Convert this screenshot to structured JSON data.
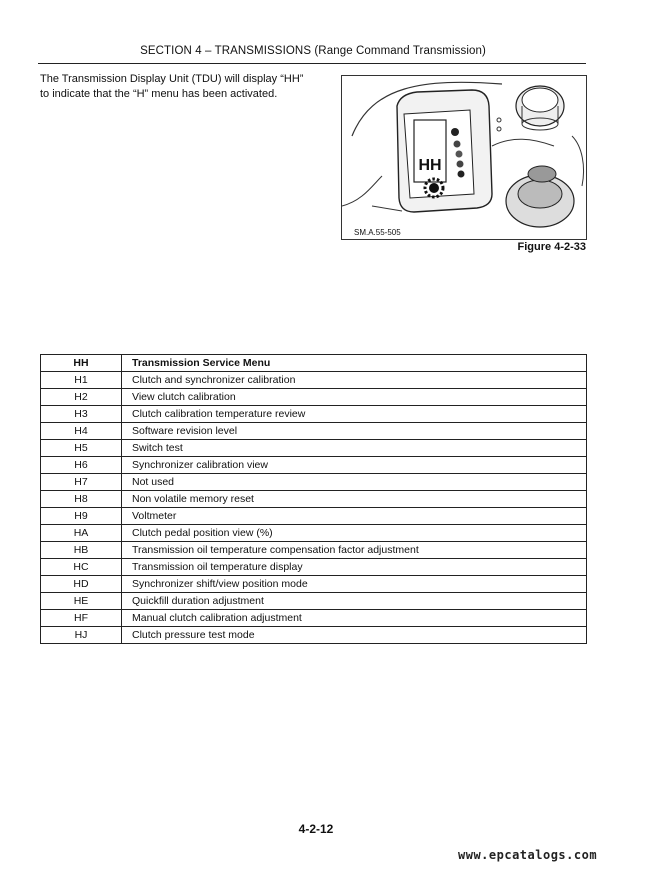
{
  "page": {
    "header": "SECTION 4 – TRANSMISSIONS (Range Command Transmission)",
    "intro_line1": "The Transmission Display Unit (TDU) will display “HH”",
    "intro_line2": "to indicate that the “H” menu has been activated.",
    "figure_code": "SM.A.55-505",
    "figure_caption": "Figure 4-2-33",
    "display_text": "HH",
    "page_number": "4-2-12",
    "watermark": "www.epcatalogs.com"
  },
  "table": {
    "headers": [
      "HH",
      "Transmission Service Menu"
    ],
    "rows": [
      {
        "code": "H1",
        "description": "Clutch and synchronizer calibration"
      },
      {
        "code": "H2",
        "description": "View clutch calibration"
      },
      {
        "code": "H3",
        "description": "Clutch calibration temperature review"
      },
      {
        "code": "H4",
        "description": "Software revision level"
      },
      {
        "code": "H5",
        "description": "Switch test"
      },
      {
        "code": "H6",
        "description": "Synchronizer calibration view"
      },
      {
        "code": "H7",
        "description": "Not used"
      },
      {
        "code": "H8",
        "description": "Non volatile memory reset"
      },
      {
        "code": "H9",
        "description": "Voltmeter"
      },
      {
        "code": "HA",
        "description": "Clutch pedal position view (%)"
      },
      {
        "code": "HB",
        "description": "Transmission oil temperature compensation factor adjustment"
      },
      {
        "code": "HC",
        "description": "Transmission oil temperature display"
      },
      {
        "code": "HD",
        "description": "Synchronizer shift/view position mode"
      },
      {
        "code": "HE",
        "description": "Quickfill duration adjustment"
      },
      {
        "code": "HF",
        "description": "Manual clutch calibration adjustment"
      },
      {
        "code": "HJ",
        "description": "Clutch pressure test mode"
      }
    ]
  }
}
